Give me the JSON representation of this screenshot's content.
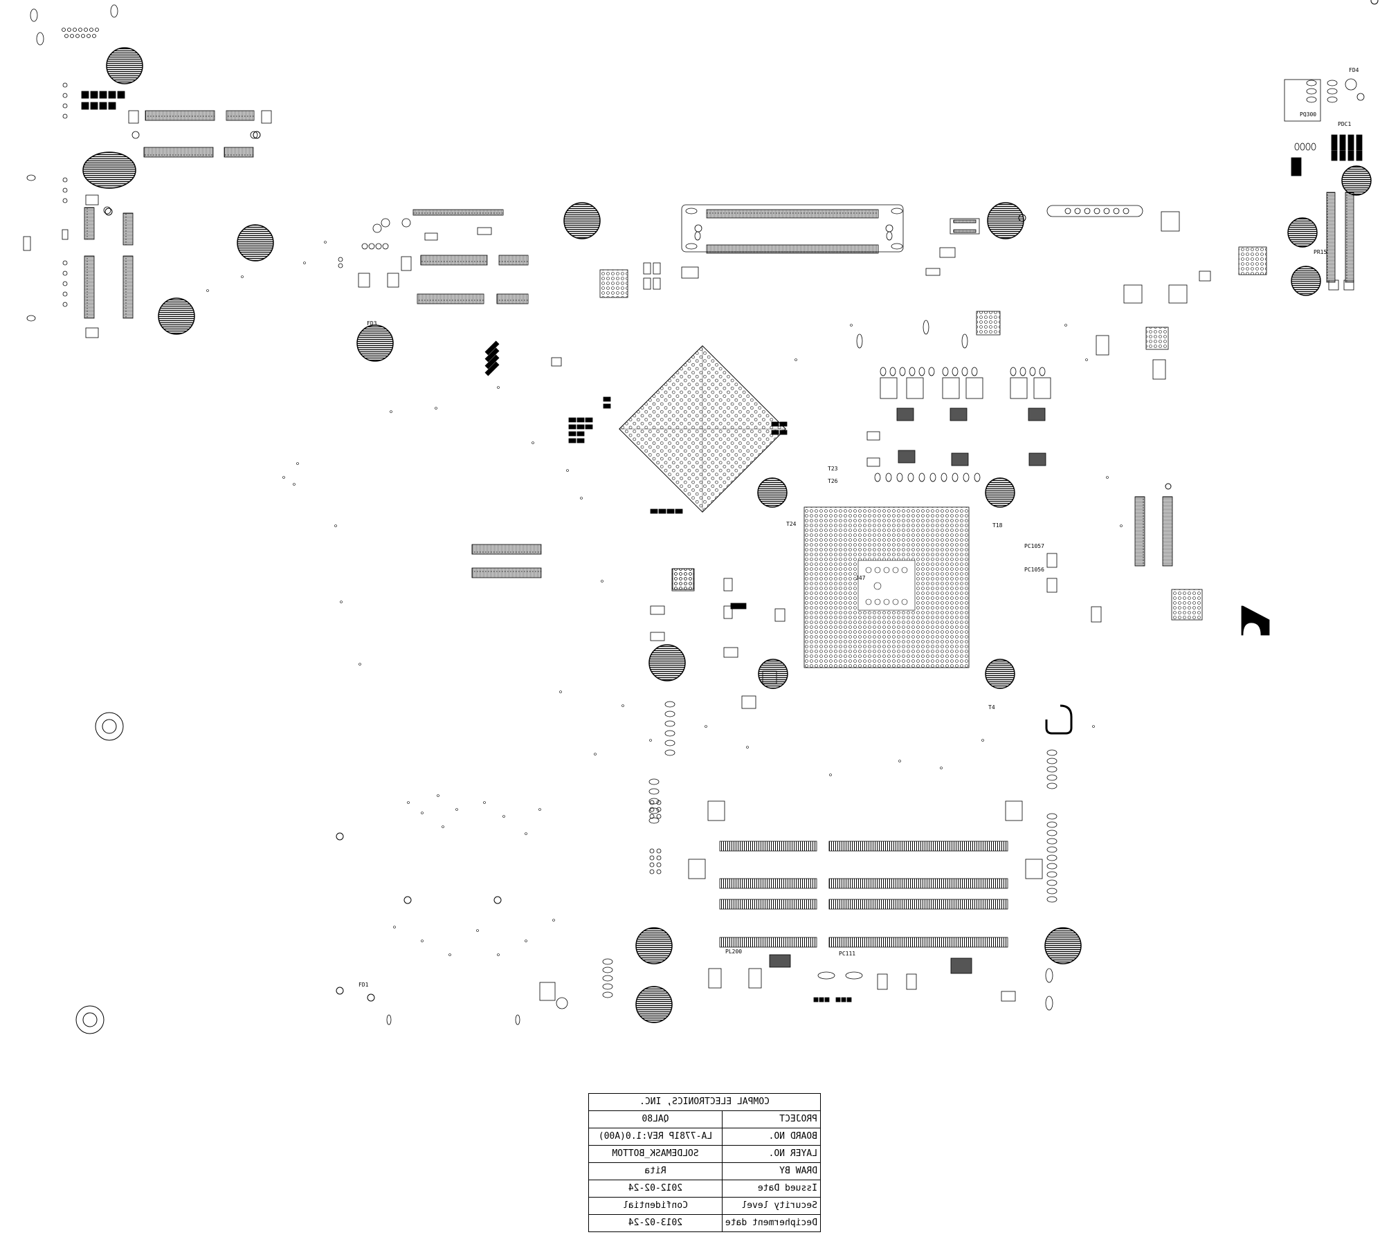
{
  "board": {
    "ink_color": "#000000",
    "pad_fill": "#555555",
    "background": "#ffffff"
  },
  "refdes": {
    "fd4": "FD4",
    "fd1": "FD1",
    "fd3": "FD3",
    "pc1057": "PC1057",
    "pc1056": "PC1056",
    "pl200": "PL200",
    "pc111": "PC111",
    "pq300": "PQ300",
    "pdc1": "PDC1",
    "pr15": "PR15",
    "j47": "J47",
    "t18": "T18",
    "t4": "T4",
    "t24": "T24",
    "t23": "T23",
    "t26": "T26"
  },
  "title_block": {
    "company": "COMPAL ELECTRONICS, INC.",
    "rows": [
      {
        "label": "PROJECT",
        "value": "QAL80"
      },
      {
        "label": "BOARD NO.",
        "value": "LA-7781P REV:1.0(A00)"
      },
      {
        "label": "LAYER NO.",
        "value": "SOLDEMASK_BOTTOM"
      },
      {
        "label": "DRAW BY",
        "value": "Rita"
      },
      {
        "label": "Issued Date",
        "value": "2012-02-24"
      },
      {
        "label": "Security level",
        "value": "Confidential"
      },
      {
        "label": "Decipherment date",
        "value": "2013-02-24"
      }
    ]
  }
}
